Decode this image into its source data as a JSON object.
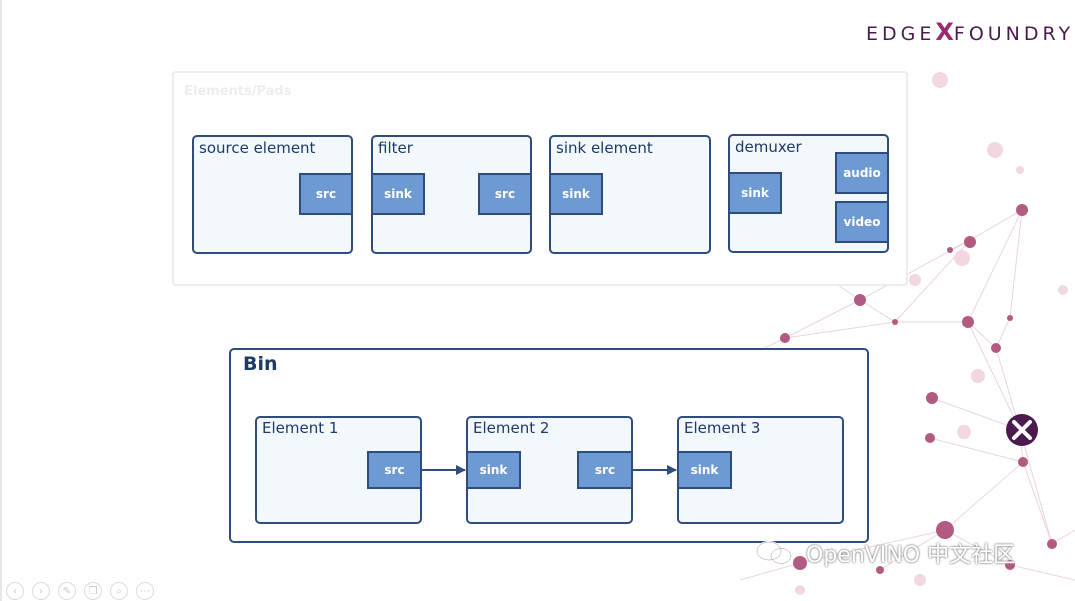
{
  "logo": {
    "part1": "EDGE",
    "x": "X",
    "part2": "FOUNDRY",
    "tm": "™"
  },
  "elements_panel": {
    "title": "Elements/Pads",
    "elements": [
      {
        "label": "source element",
        "pads": [
          "src"
        ]
      },
      {
        "label": "filter",
        "pads": [
          "sink",
          "src"
        ]
      },
      {
        "label": "sink element",
        "pads": [
          "sink"
        ]
      },
      {
        "label": "demuxer",
        "pads": [
          "sink",
          "audio",
          "video"
        ]
      }
    ]
  },
  "bin": {
    "title": "Bin",
    "elements": [
      {
        "label": "Element 1",
        "pads": [
          "src"
        ]
      },
      {
        "label": "Element 2",
        "pads": [
          "sink",
          "src"
        ]
      },
      {
        "label": "Element 3",
        "pads": [
          "sink"
        ]
      }
    ]
  },
  "watermark": {
    "text": "OpenVINO 中文社区",
    "icon": "wechat-icon"
  },
  "colors": {
    "pad_fill": "#6d9ad3",
    "border": "#2e4d7e",
    "element_fill": "#f3f8fd",
    "accent": "#9a2c6e"
  },
  "toolbar_icons": [
    "prev-icon",
    "next-icon",
    "pen-icon",
    "copy-icon",
    "zoom-icon",
    "more-icon"
  ],
  "toolbar_glyphs": [
    "‹",
    "›",
    "✎",
    "❐",
    "⌕",
    "⋯"
  ]
}
